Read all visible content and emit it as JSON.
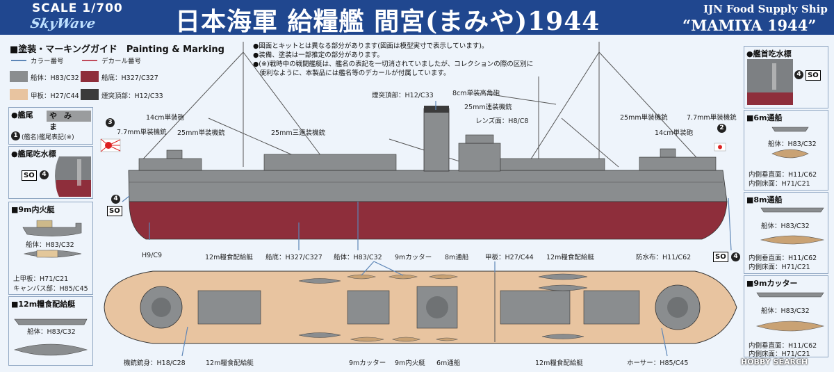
{
  "header": {
    "scale": "SCALE 1/700",
    "brand": "SkyWave",
    "title_jp": "日本海軍 給糧艦 間宮(まみや)1944",
    "title_en_small": "IJN Food Supply Ship",
    "title_en_large": "“MAMIYA 1944”"
  },
  "legend": {
    "heading": "■塗装・マーキングガイド　Painting & Marking",
    "color_no": "カラー番号",
    "decal_no": "デカール番号",
    "swatches": [
      {
        "label": "船体：H83/C32",
        "color": "#8a8d8f"
      },
      {
        "label": "船底：H327/C327",
        "color": "#8e2e3b"
      },
      {
        "label": "甲板：H27/C44",
        "color": "#e8c4a0"
      },
      {
        "label": "煙突頂部：H12/C33",
        "color": "#3b3b3b"
      }
    ]
  },
  "notes": [
    "●図面とキットとは異なる部分があります(図面は模型実寸で表示しています)。",
    "●装備、塗装は一部推定の部分があります。",
    "●(※)戦時中の戦闘艦艇は、艦名の表記を一切消されていましたが、コレクションの際の区別に",
    "　便利なように、本製品には艦名等のデカールが付属しています。"
  ],
  "left_panels": {
    "stern": {
      "heading": "●艦尾",
      "kana": [
        "や",
        "み",
        "ま"
      ],
      "caption": "(艦名)艦尾表記(※)"
    },
    "stern_draft": {
      "heading": "●艦尾吃水標",
      "badge": "SO",
      "num": "4"
    },
    "boat9": {
      "heading": "■9m内火艇",
      "hull": "船体：H83/C32",
      "deck": "上甲板：H71/C21",
      "canvas": "キャンバス部：H85/C45"
    },
    "boat12": {
      "heading": "■12m糧食配給艇",
      "hull": "船体：H83/C32"
    }
  },
  "right_panels": {
    "bow_draft": {
      "heading": "●艦首吃水標",
      "badge": "SO",
      "num": "4"
    },
    "boat6": {
      "heading": "■6m通船",
      "hull": "船体：H83/C32",
      "side": "内側垂直面：H11/C62",
      "floor": "内側床面：H71/C21"
    },
    "boat8": {
      "heading": "■8m通船",
      "hull": "船体：H83/C32",
      "side": "内側垂直面：H11/C62",
      "floor": "内側床面：H71/C21"
    },
    "cutter9": {
      "heading": "■9mカッター",
      "hull": "船体：H83/C32",
      "side": "内側垂直面：H11/C62",
      "floor": "内側床面：H71/C21"
    }
  },
  "side_labels": {
    "gun14_aft": "14cm単装砲",
    "mg77_aft": "7.7mm単装機銃",
    "mg25_aft": "25mm単装機銃",
    "mg25_triple": "25mm三連装機銃",
    "funnel_top": "煙突頂部：H12/C33",
    "gun8": "8cm単装高角砲",
    "mg25_twin": "25mm連装機銃",
    "lens": "レンズ面：H8/C8",
    "mg25_fwd": "25mm単装機銃",
    "mg77_fwd": "7.7mm単装機銃",
    "gun14_fwd": "14cm単装砲",
    "h9": "H9/C9",
    "bottom": "船底：H327/C327",
    "hull": "船体：H83/C32",
    "circle2": "2",
    "circle3": "3",
    "circle4": "4",
    "so": "SO"
  },
  "top_labels": {
    "boat12_a": "12m糧食配給艇",
    "cutter9_a": "9mカッター",
    "boat8_a": "8m通船",
    "deck": "甲板：H27/C44",
    "boat12_b": "12m糧食配給艇",
    "canvas": "防水布：H11/C62",
    "mg_barrel": "機銃銃身：H18/C28",
    "boat12_c": "12m糧食配給艇",
    "cutter9_b": "9mカッター",
    "boat9_b": "9m内火艇",
    "boat6_b": "6m通船",
    "boat12_d": "12m糧食配給艇",
    "hawser": "ホーサー：H85/C45"
  },
  "watermark": "HOBBY SEARCH"
}
